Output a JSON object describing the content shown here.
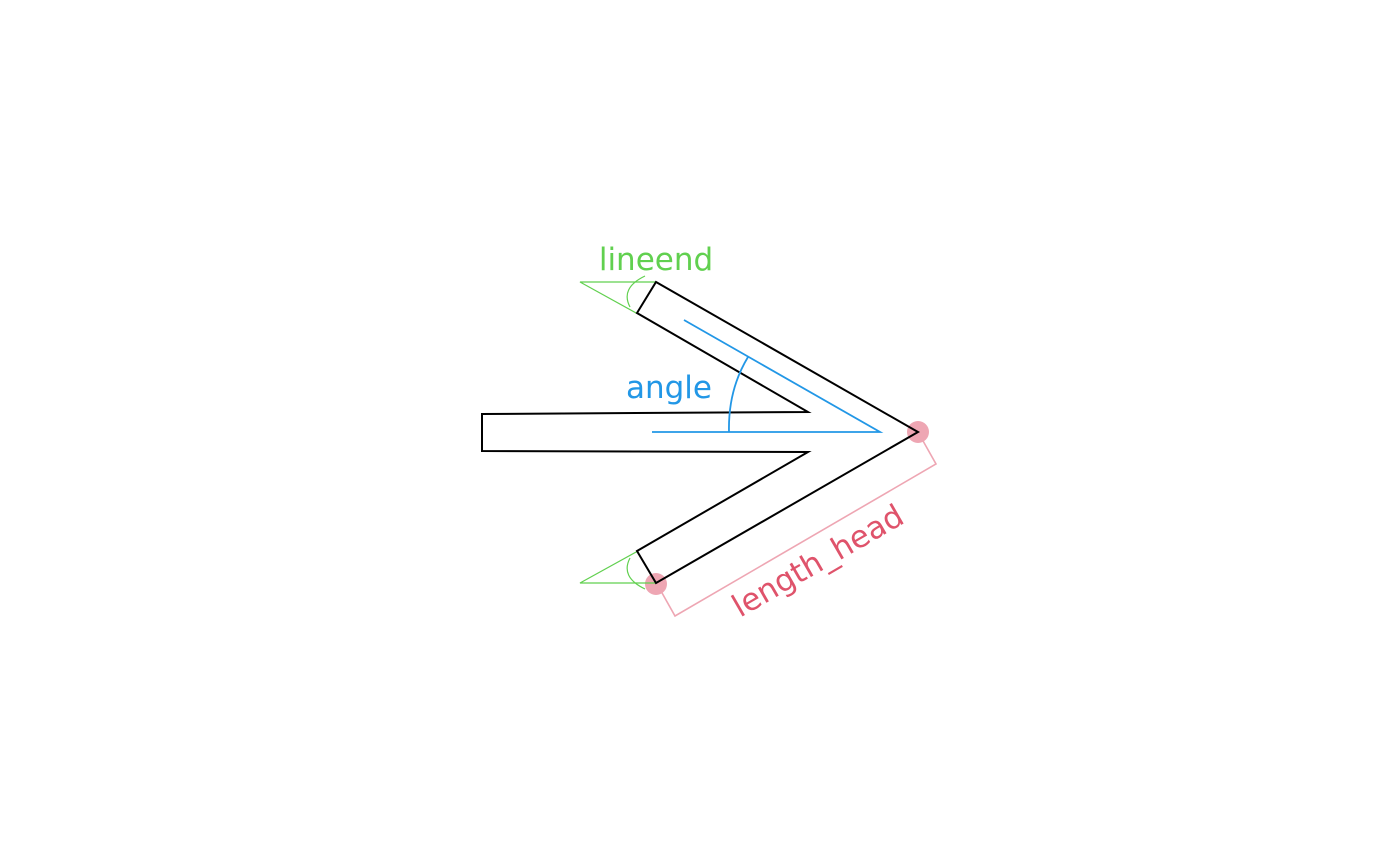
{
  "labels": {
    "lineend": "lineend",
    "angle": "angle",
    "length_head": "length_head"
  },
  "colors": {
    "arrow": "#000000",
    "lineend": "#61D04F",
    "angle": "#2297E6",
    "length_head": "#DF536B",
    "length_head_light": "#EEA6B3",
    "background": "#FFFFFF"
  }
}
